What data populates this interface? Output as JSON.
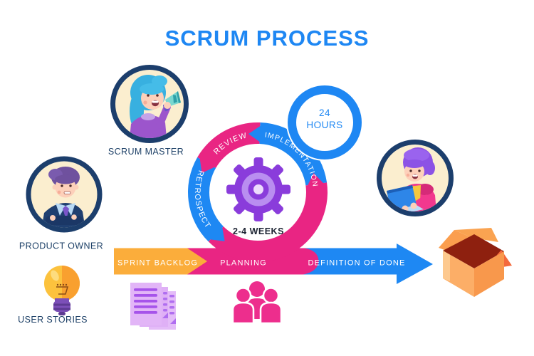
{
  "title": "SCRUM PROCESS",
  "colors": {
    "blue": "#1e88f3",
    "pink": "#e92583",
    "orange": "#fbad3b",
    "navy": "#1d4067",
    "gear_purple": "#8a3cdb",
    "avatar_bg": "#fbeecf"
  },
  "cycle": {
    "segments": [
      {
        "label": "REVIEW"
      },
      {
        "label": "IMPLEMENTATION"
      },
      {
        "label": "RETROSPECT"
      }
    ],
    "duration": "2-4 WEEKS",
    "daily_cycle": {
      "value": "24",
      "unit": "HOURS"
    }
  },
  "timeline": [
    {
      "label": "SPRINT BACKLOG",
      "color": "#fbad3b"
    },
    {
      "label": "PLANNING",
      "color": "#e92583"
    },
    {
      "label": "DEFINITION OF DONE",
      "color": "#1e88f3"
    }
  ],
  "roles": [
    {
      "label": "SCRUM MASTER"
    },
    {
      "label": "PRODUCT OWNER"
    }
  ],
  "artifacts": [
    {
      "label": "USER STORIES"
    }
  ]
}
